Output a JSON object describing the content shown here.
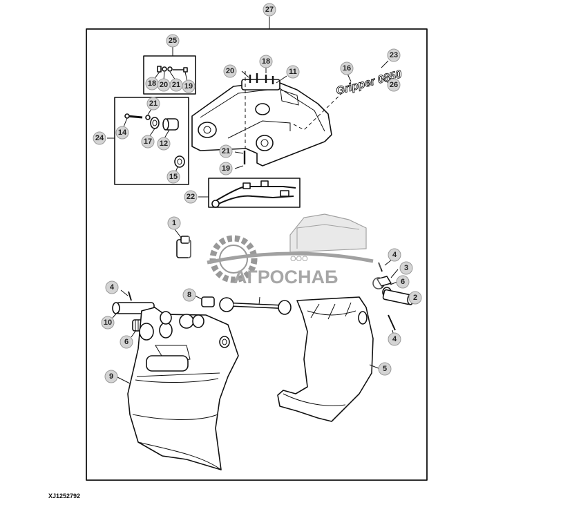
{
  "drawing_id": "XJ1252792",
  "callouts": [
    "27",
    "25",
    "18",
    "20",
    "21",
    "19",
    "20",
    "18",
    "11",
    "16",
    "23",
    "26",
    "21",
    "24",
    "14",
    "17",
    "12",
    "21",
    "19",
    "15",
    "22",
    "1",
    "4",
    "3",
    "6",
    "2",
    "4",
    "4",
    "10",
    "6",
    "8",
    "9",
    "5"
  ],
  "logo": {
    "lettering": "ООО АГРОСНАБ",
    "note": "watermark logo reproduced as picture"
  },
  "decal_lettering": "Gripper 0850"
}
